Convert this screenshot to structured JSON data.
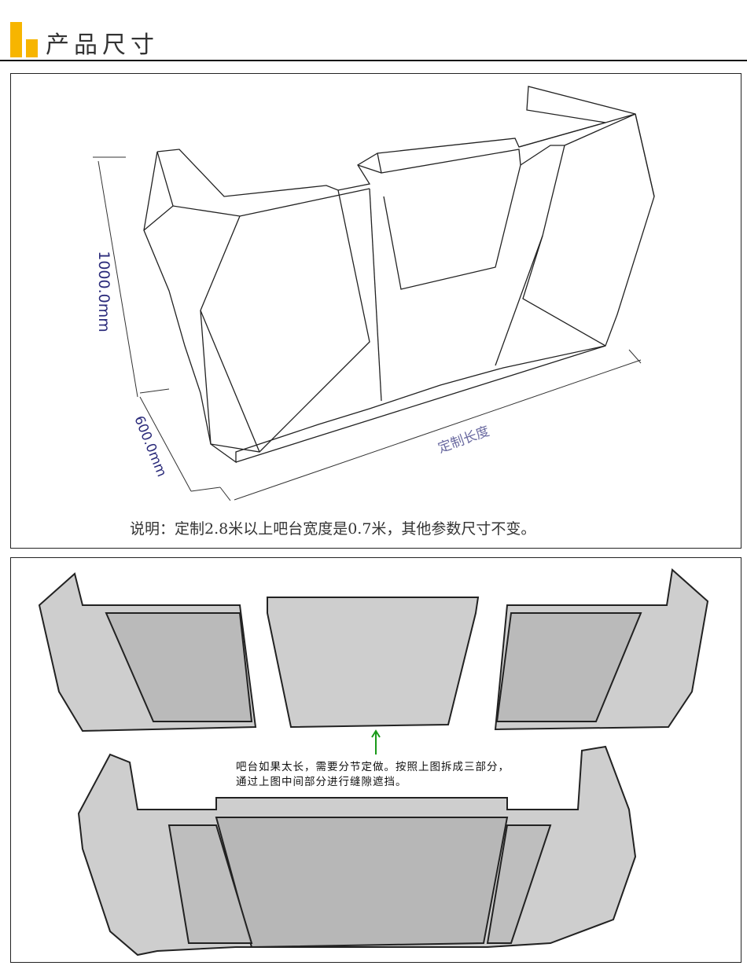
{
  "header": {
    "title": "产品尺寸",
    "accent_color": "#f7b500"
  },
  "dimensions": {
    "height": "1000.0mm",
    "depth": "600.0mm",
    "length": "定制长度"
  },
  "note": "说明：定制2.8米以上吧台宽度是0.7米，其他参数尺寸不变。",
  "split_note": {
    "line1": "吧台如果太长，需要分节定做。按照上图拆成三部分，",
    "line2": "通过上图中间部分进行缝隙遮挡。",
    "arrow_color": "#1a9a1a"
  }
}
